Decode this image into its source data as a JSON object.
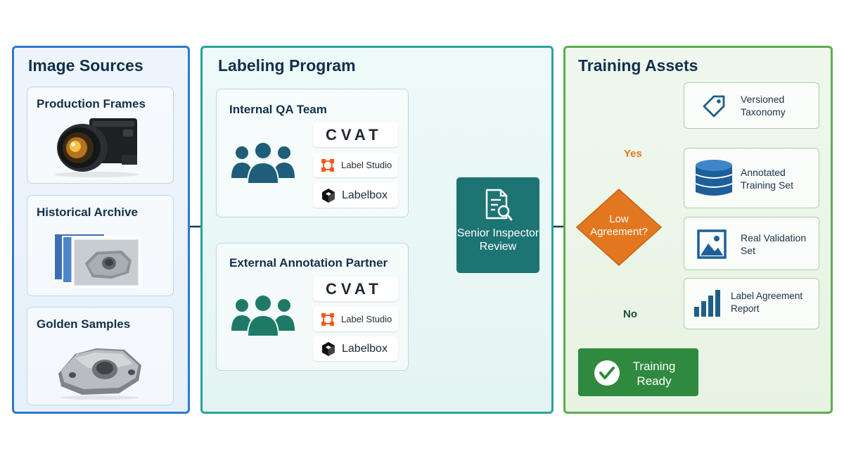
{
  "sources": {
    "title": "Image Sources",
    "items": [
      {
        "label": "Production Frames",
        "icon": "camera-icon"
      },
      {
        "label": "Historical Archive",
        "icon": "photo-stack-icon"
      },
      {
        "label": "Golden Samples",
        "icon": "metal-part-icon"
      }
    ]
  },
  "labeling": {
    "title": "Labeling Program",
    "teams": [
      {
        "label": "Internal QA Team",
        "icon": "people-icon",
        "color": "#1f5d7a"
      },
      {
        "label": "External Annotation Partner",
        "icon": "people-icon",
        "color": "#1e7a66"
      }
    ],
    "tools": [
      "CVAT",
      "Label Studio",
      "Labelbox"
    ],
    "review": "Senior Inspector Review"
  },
  "assets": {
    "title": "Training Assets",
    "decision": "Low Agreement?",
    "yes_label": "Yes",
    "no_label": "No",
    "items": [
      {
        "label": "Versioned Taxonomy",
        "icon": "tag-icon"
      },
      {
        "label": "Annotated Training Set",
        "icon": "database-icon"
      },
      {
        "label": "Real Validation Set",
        "icon": "image-icon"
      },
      {
        "label": "Label Agreement Report",
        "icon": "bar-chart-icon"
      }
    ],
    "ready": "Training Ready"
  },
  "colors": {
    "sources_border": "#2f7ac4",
    "labeling_border": "#2aa39a",
    "assets_border": "#5cae4e",
    "review": "#1d7472",
    "decision": "#e3771f",
    "ready": "#2f8a3e",
    "connector": "#123a55"
  }
}
